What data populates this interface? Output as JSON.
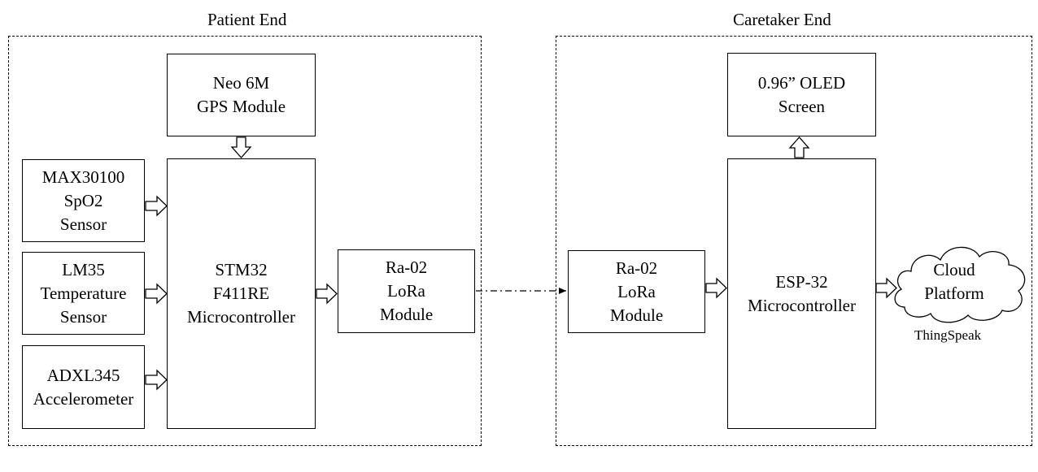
{
  "patient_end": {
    "title": "Patient End",
    "gps": {
      "line1": "Neo 6M",
      "line2": "GPS Module"
    },
    "spo2": {
      "line1": "MAX30100",
      "line2": "SpO2",
      "line3": "Sensor"
    },
    "temp": {
      "line1": "LM35",
      "line2": "Temperature",
      "line3": "Sensor"
    },
    "accel": {
      "line1": "ADXL345",
      "line2": "Accelerometer"
    },
    "mcu": {
      "line1": "STM32",
      "line2": "F411RE",
      "line3": "Microcontroller"
    },
    "lora": {
      "line1": "Ra-02",
      "line2": "LoRa",
      "line3": "Module"
    }
  },
  "caretaker_end": {
    "title": "Caretaker End",
    "oled": {
      "line1": "0.96” OLED",
      "line2": "Screen"
    },
    "lora": {
      "line1": "Ra-02",
      "line2": "LoRa",
      "line3": "Module"
    },
    "mcu": {
      "line1": "ESP-32",
      "line2": "Microcontroller"
    },
    "cloud": {
      "line1": "Cloud",
      "line2": "Platform",
      "caption": "ThingSpeak"
    }
  }
}
